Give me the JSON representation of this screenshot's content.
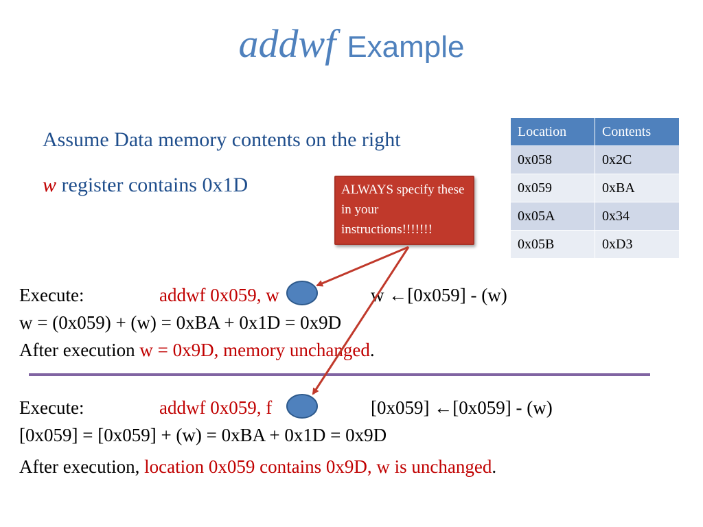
{
  "title": {
    "keyword": "addwf",
    "rest": "Example"
  },
  "intro": {
    "line1": "Assume Data memory contents on the right",
    "line2_reg": "w",
    "line2_rest": " register contains 0x1D"
  },
  "memory_table": {
    "headers": [
      "Location",
      "Contents"
    ],
    "rows": [
      [
        "0x058",
        "0x2C"
      ],
      [
        "0x059",
        "0xBA"
      ],
      [
        "0x05A",
        "0x34"
      ],
      [
        "0x05B",
        "0xD3"
      ]
    ]
  },
  "callout": {
    "text": "ALWAYS specify these in your instructions!!!!!!!"
  },
  "example1": {
    "execute_label": "Execute:",
    "instr_prefix": "addwf 0x059, ",
    "instr_dest": "w",
    "operation": "w ←[0x059] - (w)",
    "calc": "w = (0x059) + (w) = 0xBA + 0x1D = 0x9D",
    "after_prefix": "After execution ",
    "after_red": "w = 0x9D, memory unchanged",
    "after_suffix": "."
  },
  "example2": {
    "execute_label": "Execute:",
    "instr_prefix": "addwf 0x059, ",
    "instr_dest": "f",
    "operation": "[0x059] ←[0x059] - (w)",
    "calc": "[0x059] = [0x059] + (w) = 0xBA + 0x1D = 0x9D",
    "after_prefix": "After execution, ",
    "after_red": "location 0x059 contains 0x9D, w is unchanged",
    "after_suffix": "."
  },
  "colors": {
    "title": "#4f81bd",
    "highlight": "#c00000",
    "table_header": "#4f81bd",
    "divider": "#8064a2",
    "callout_fill": "#c0392b",
    "circle_fill": "#4f81bd"
  }
}
